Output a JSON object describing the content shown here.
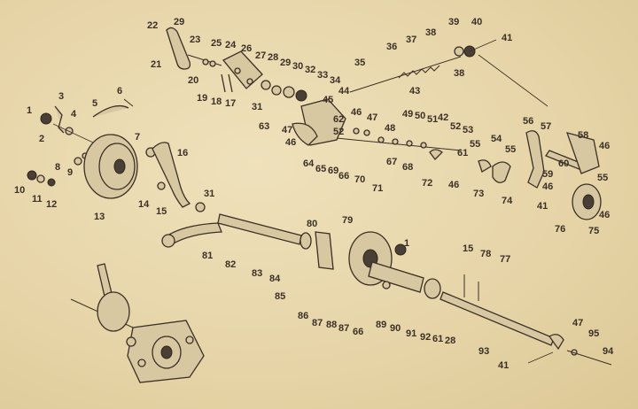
{
  "labels": [
    {
      "id": "1a",
      "text": "1"
    },
    {
      "id": "2",
      "text": "2"
    },
    {
      "id": "3",
      "text": "3"
    },
    {
      "id": "4",
      "text": "4"
    },
    {
      "id": "5",
      "text": "5"
    },
    {
      "id": "6",
      "text": "6"
    },
    {
      "id": "7",
      "text": "7"
    },
    {
      "id": "8",
      "text": "8"
    },
    {
      "id": "9",
      "text": "9"
    },
    {
      "id": "10",
      "text": "10"
    },
    {
      "id": "11",
      "text": "11"
    },
    {
      "id": "12",
      "text": "12"
    },
    {
      "id": "13",
      "text": "13"
    },
    {
      "id": "14",
      "text": "14"
    },
    {
      "id": "15a",
      "text": "15"
    },
    {
      "id": "16",
      "text": "16"
    },
    {
      "id": "17",
      "text": "17"
    },
    {
      "id": "18",
      "text": "18"
    },
    {
      "id": "19",
      "text": "19"
    },
    {
      "id": "20",
      "text": "20"
    },
    {
      "id": "21",
      "text": "21"
    },
    {
      "id": "22",
      "text": "22"
    },
    {
      "id": "23",
      "text": "23"
    },
    {
      "id": "24",
      "text": "24"
    },
    {
      "id": "25",
      "text": "25"
    },
    {
      "id": "26",
      "text": "26"
    },
    {
      "id": "27",
      "text": "27"
    },
    {
      "id": "28a",
      "text": "28"
    },
    {
      "id": "29a",
      "text": "29"
    },
    {
      "id": "29b",
      "text": "29"
    },
    {
      "id": "30",
      "text": "30"
    },
    {
      "id": "31a",
      "text": "31"
    },
    {
      "id": "31b",
      "text": "31"
    },
    {
      "id": "32",
      "text": "32"
    },
    {
      "id": "33",
      "text": "33"
    },
    {
      "id": "34",
      "text": "34"
    },
    {
      "id": "35",
      "text": "35"
    },
    {
      "id": "36",
      "text": "36"
    },
    {
      "id": "37",
      "text": "37"
    },
    {
      "id": "38a",
      "text": "38"
    },
    {
      "id": "38b",
      "text": "38"
    },
    {
      "id": "39",
      "text": "39"
    },
    {
      "id": "40",
      "text": "40"
    },
    {
      "id": "41a",
      "text": "41"
    },
    {
      "id": "43",
      "text": "43"
    },
    {
      "id": "44",
      "text": "44"
    },
    {
      "id": "45",
      "text": "45"
    },
    {
      "id": "46a",
      "text": "46"
    },
    {
      "id": "46b",
      "text": "46"
    },
    {
      "id": "46c",
      "text": "46"
    },
    {
      "id": "46d",
      "text": "46"
    },
    {
      "id": "46e",
      "text": "46"
    },
    {
      "id": "46f",
      "text": "46"
    },
    {
      "id": "47a",
      "text": "47"
    },
    {
      "id": "47b",
      "text": "47"
    },
    {
      "id": "48",
      "text": "48"
    },
    {
      "id": "49",
      "text": "49"
    },
    {
      "id": "50",
      "text": "50"
    },
    {
      "id": "51",
      "text": "51"
    },
    {
      "id": "42",
      "text": "42"
    },
    {
      "id": "52a",
      "text": "52"
    },
    {
      "id": "52b",
      "text": "52"
    },
    {
      "id": "53",
      "text": "53"
    },
    {
      "id": "54",
      "text": "54"
    },
    {
      "id": "55a",
      "text": "55"
    },
    {
      "id": "55b",
      "text": "55"
    },
    {
      "id": "55c",
      "text": "55"
    },
    {
      "id": "56",
      "text": "56"
    },
    {
      "id": "57",
      "text": "57"
    },
    {
      "id": "58",
      "text": "58"
    },
    {
      "id": "59",
      "text": "59"
    },
    {
      "id": "60",
      "text": "60"
    },
    {
      "id": "61a",
      "text": "61"
    },
    {
      "id": "62",
      "text": "62"
    },
    {
      "id": "63",
      "text": "63"
    },
    {
      "id": "64",
      "text": "64"
    },
    {
      "id": "65",
      "text": "65"
    },
    {
      "id": "66a",
      "text": "66"
    },
    {
      "id": "67",
      "text": "67"
    },
    {
      "id": "68",
      "text": "68"
    },
    {
      "id": "69",
      "text": "69"
    },
    {
      "id": "70",
      "text": "70"
    },
    {
      "id": "71",
      "text": "71"
    },
    {
      "id": "72",
      "text": "72"
    },
    {
      "id": "73",
      "text": "73"
    },
    {
      "id": "74",
      "text": "74"
    },
    {
      "id": "75",
      "text": "75"
    },
    {
      "id": "76",
      "text": "76"
    },
    {
      "id": "41b",
      "text": "41"
    },
    {
      "id": "1b",
      "text": "1"
    },
    {
      "id": "79",
      "text": "79"
    },
    {
      "id": "80",
      "text": "80"
    },
    {
      "id": "81",
      "text": "81"
    },
    {
      "id": "82",
      "text": "82"
    },
    {
      "id": "83",
      "text": "83"
    },
    {
      "id": "84",
      "text": "84"
    },
    {
      "id": "85",
      "text": "85"
    },
    {
      "id": "86",
      "text": "86"
    },
    {
      "id": "87a",
      "text": "87"
    },
    {
      "id": "88",
      "text": "88"
    },
    {
      "id": "87b",
      "text": "87"
    },
    {
      "id": "66b",
      "text": "66"
    },
    {
      "id": "89",
      "text": "89"
    },
    {
      "id": "90",
      "text": "90"
    },
    {
      "id": "91",
      "text": "91"
    },
    {
      "id": "92",
      "text": "92"
    },
    {
      "id": "61b",
      "text": "61"
    },
    {
      "id": "28b",
      "text": "28"
    },
    {
      "id": "15b",
      "text": "15"
    },
    {
      "id": "78",
      "text": "78"
    },
    {
      "id": "77",
      "text": "77"
    },
    {
      "id": "93",
      "text": "93"
    },
    {
      "id": "47c",
      "text": "47"
    },
    {
      "id": "95",
      "text": "95"
    },
    {
      "id": "94",
      "text": "94"
    },
    {
      "id": "41c",
      "text": "41"
    }
  ]
}
